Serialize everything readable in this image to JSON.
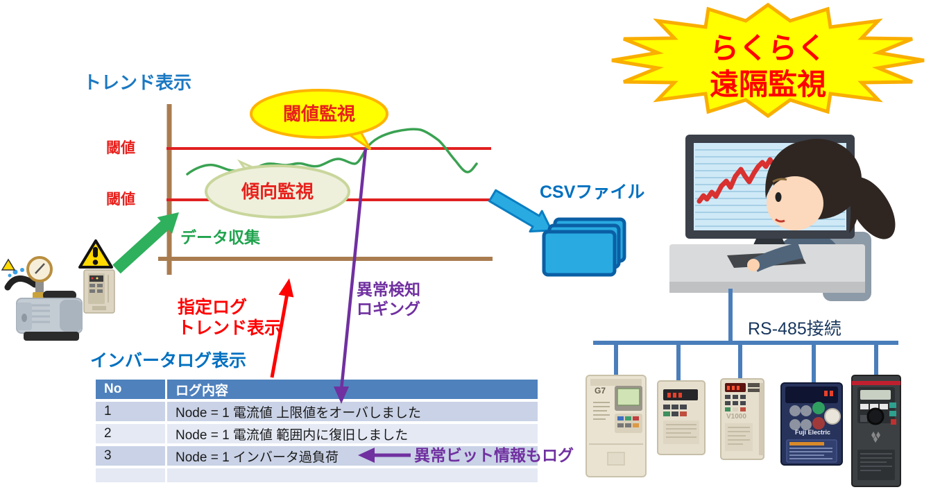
{
  "burst": {
    "line1": "らくらく",
    "line2": "遠隔監視"
  },
  "trend": {
    "title": "トレンド表示",
    "upper_threshold_label": "閾値",
    "lower_threshold_label": "閾値",
    "threshold_bubble": "閾値監視",
    "trend_bubble": "傾向監視",
    "data_collection_label": "データ収集",
    "designated_log_label": "指定ログ\nトレンド表示",
    "anomaly_logging_label": "異常検知\nロギング",
    "csv_label": "CSVファイル"
  },
  "log_table": {
    "title": "インバータログ表示",
    "col_no": "No",
    "col_content": "ログ内容",
    "rows": [
      {
        "no": "1",
        "content": "Node = 1 電流値 上限値をオーバしました"
      },
      {
        "no": "2",
        "content": "Node = 1 電流値 範囲内に復旧しました"
      },
      {
        "no": "3",
        "content": "Node = 1 インバータ過負荷"
      }
    ],
    "note": "異常ビット情報もログ"
  },
  "network": {
    "label": "RS-485接続"
  },
  "devices": {
    "g7": "G7",
    "v1000": "V1000",
    "fuji": "Fuji Electric"
  },
  "colors": {
    "threshold_red": "#e02020",
    "axis_brown": "#a97c50",
    "trend_green": "#3aa252",
    "purple": "#7030a0",
    "csv_blue": "#0070c0",
    "table_header_blue": "#4f81bd",
    "burst_yellow": "#ffff00",
    "burst_border_orange": "#f9ae00",
    "network_line_blue": "#4a7ebb"
  }
}
